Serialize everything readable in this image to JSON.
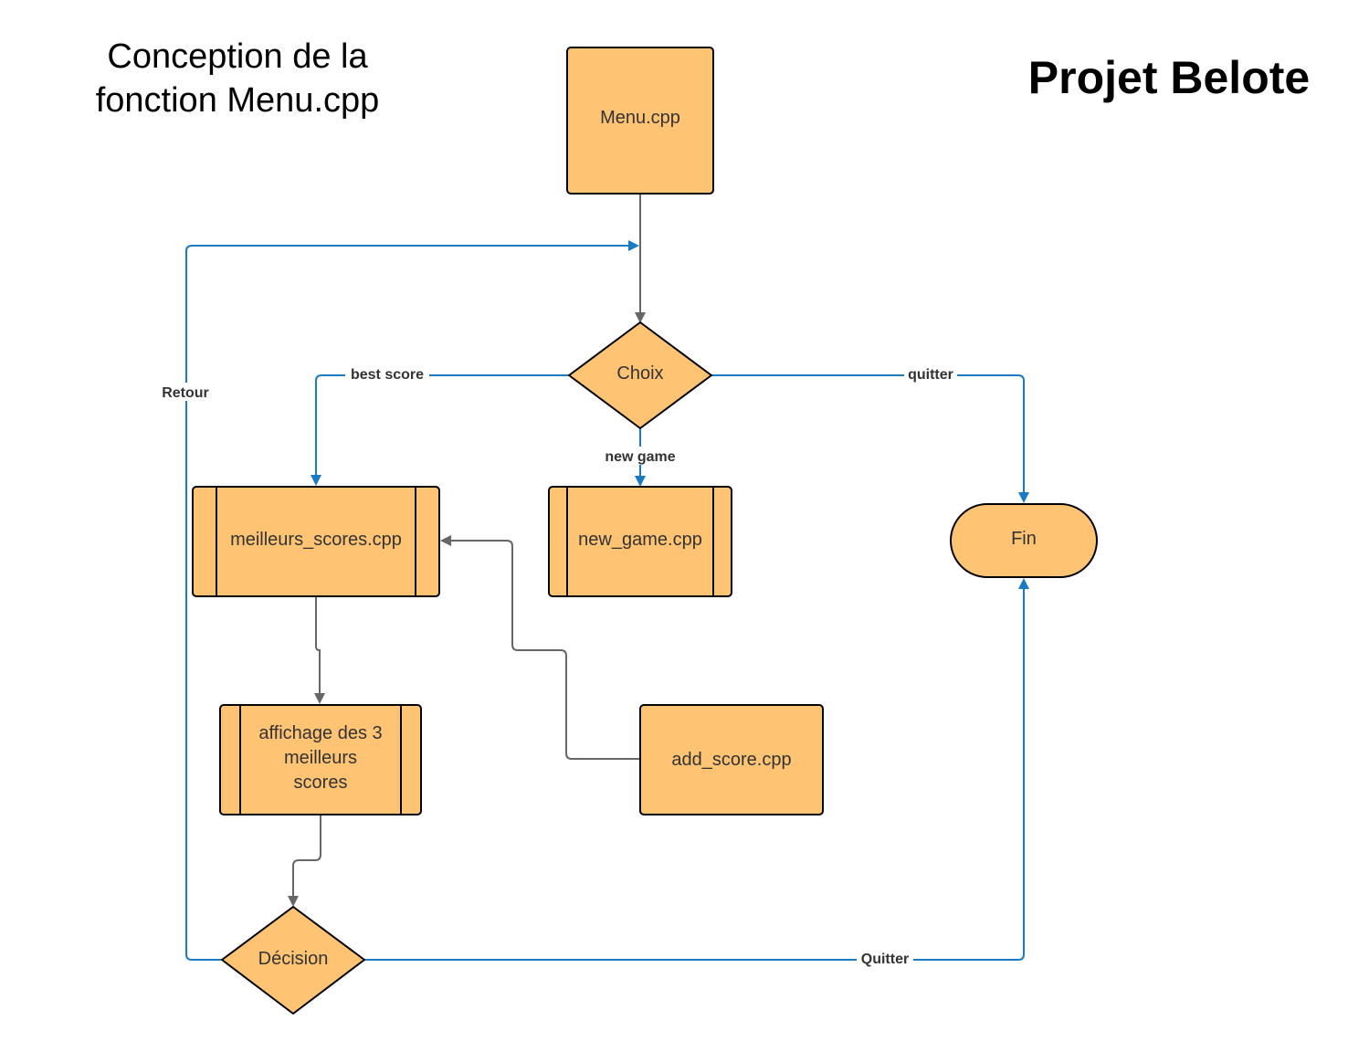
{
  "titles": {
    "left_line1": "Conception de la",
    "left_line2": "fonction Menu.cpp",
    "right": "Projet Belote"
  },
  "nodes": {
    "menu": "Menu.cpp",
    "choix": "Choix",
    "meilleurs_scores": "meilleurs_scores.cpp",
    "new_game": "new_game.cpp",
    "fin": "Fin",
    "affichage_line1": "affichage des 3",
    "affichage_line2": "meilleurs",
    "affichage_line3": "scores",
    "add_score": "add_score.cpp",
    "decision": "Décision"
  },
  "edges": {
    "best_score": "best score",
    "quitter": "quitter",
    "new_game": "new game",
    "retour": "Retour",
    "quitter2": "Quitter"
  },
  "colors": {
    "node_fill": "#FFC374",
    "node_stroke": "#000000",
    "blue_edge": "#1A7BC3",
    "gray_edge": "#666666"
  }
}
